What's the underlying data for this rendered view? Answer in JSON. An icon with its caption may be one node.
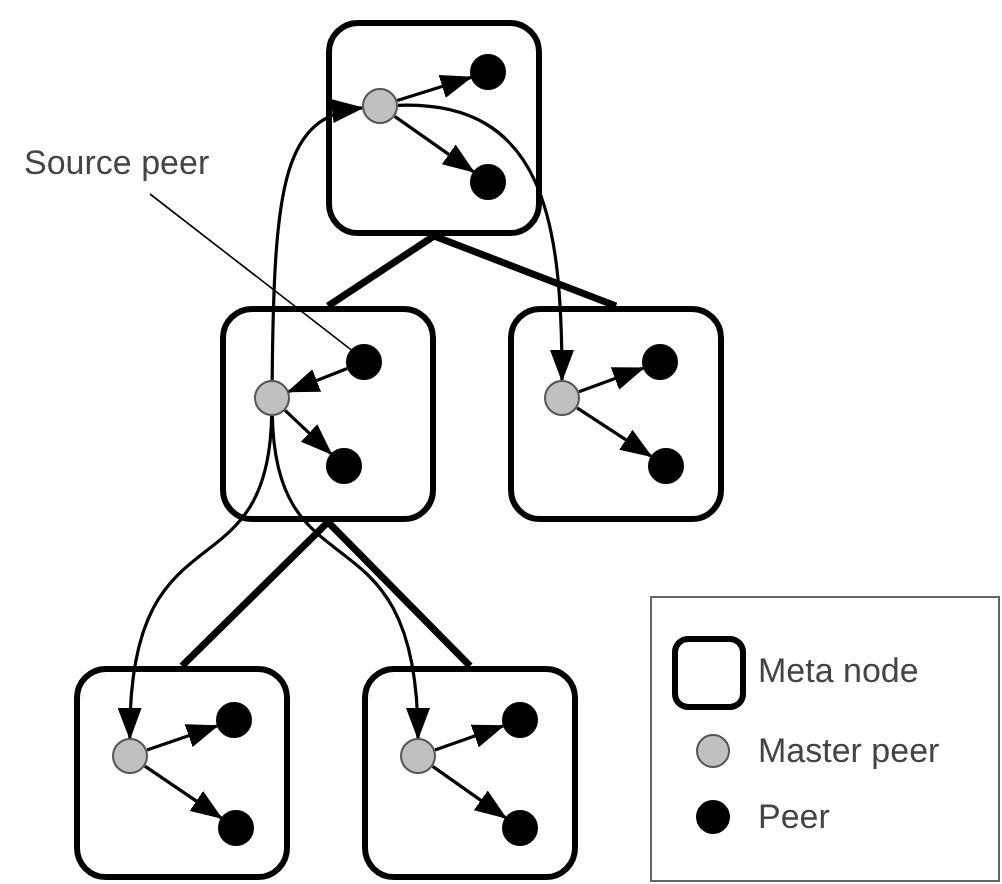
{
  "diagram": {
    "nodes": [
      {
        "text": [],
        "shape": "box"
      },
      {
        "text": [],
        "shape": "circle",
        "in": 0
      },
      {
        "text": [],
        "shape": "circle",
        "in": 0
      },
      {
        "text": [],
        "shape": "circle",
        "in": 0
      },
      {
        "text": [],
        "shape": "box"
      },
      {
        "text": [],
        "shape": "circle",
        "in": 4
      },
      {
        "text": [],
        "shape": "circle",
        "in": 4
      },
      {
        "text": [],
        "shape": "circle",
        "in": 4
      },
      {
        "text": [],
        "shape": "box"
      },
      {
        "text": [],
        "shape": "circle",
        "in": 8
      },
      {
        "text": [],
        "shape": "circle",
        "in": 8
      },
      {
        "text": [],
        "shape": "circle",
        "in": 8
      },
      {
        "text": [],
        "shape": "box"
      },
      {
        "text": [],
        "shape": "circle",
        "in": 12
      },
      {
        "text": [],
        "shape": "circle",
        "in": 12
      },
      {
        "text": [],
        "shape": "circle",
        "in": 12
      },
      {
        "text": [],
        "shape": "box"
      },
      {
        "text": [],
        "shape": "circle",
        "in": 16
      },
      {
        "text": [],
        "shape": "circle",
        "in": 16
      },
      {
        "text": [],
        "shape": "circle",
        "in": 16
      },
      {
        "text": [
          "Source peer"
        ]
      }
    ],
    "edges": [
      {
        "from": 1,
        "to": 2,
        "arrow": "to"
      },
      {
        "from": 1,
        "to": 3,
        "arrow": "to"
      },
      {
        "from": 6,
        "to": 5,
        "arrow": "to"
      },
      {
        "from": 5,
        "to": 7,
        "arrow": "to"
      },
      {
        "from": 9,
        "to": 10,
        "arrow": "to"
      },
      {
        "from": 9,
        "to": 11,
        "arrow": "to"
      },
      {
        "from": 13,
        "to": 14,
        "arrow": "to"
      },
      {
        "from": 13,
        "to": 15,
        "arrow": "to"
      },
      {
        "from": 17,
        "to": 18,
        "arrow": "to"
      },
      {
        "from": 17,
        "to": 19,
        "arrow": "to"
      },
      {
        "from": 0,
        "to": 4,
        "arrow": "none",
        "style": "thick"
      },
      {
        "from": 0,
        "to": 8,
        "arrow": "none",
        "style": "thick"
      },
      {
        "from": 4,
        "to": 12,
        "arrow": "none",
        "style": "thick"
      },
      {
        "from": 4,
        "to": 16,
        "arrow": "none",
        "style": "thick"
      },
      {
        "from": 5,
        "to": 1,
        "arrow": "to"
      },
      {
        "from": 1,
        "to": 9,
        "arrow": "to"
      },
      {
        "from": 5,
        "to": 13,
        "arrow": "to"
      },
      {
        "from": 5,
        "to": 17,
        "arrow": "to"
      },
      {
        "from": 20,
        "to": 6,
        "arrow": "none"
      }
    ],
    "legend": [
      {
        "text": "Meta node"
      },
      {
        "text": "Master peer"
      },
      {
        "text": "Peer"
      }
    ]
  }
}
